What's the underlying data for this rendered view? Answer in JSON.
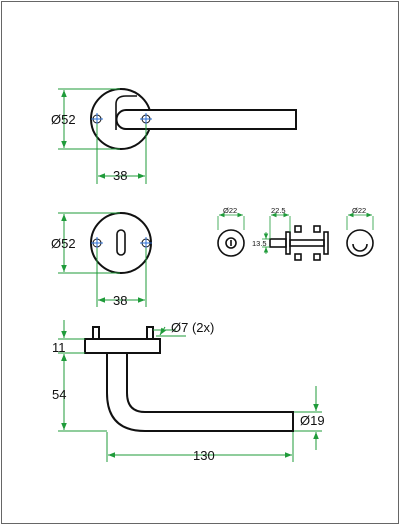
{
  "top_view": {
    "diameter_label": "Ø52",
    "spacing_label": "38"
  },
  "escutcheon_view": {
    "diameter_label": "Ø52",
    "spacing_label": "38"
  },
  "small_views": {
    "left_rose_diameter": "Ø22",
    "thickness_label": "22.5",
    "height_label": "13.5",
    "right_rose_diameter": "Ø22"
  },
  "side_view": {
    "screw_label": "Ø7 (2x)",
    "rose_height_label": "11",
    "lever_offset_label": "54",
    "bar_diameter_label": "Ø19",
    "lever_length_label": "130"
  },
  "colors": {
    "line": "#111111",
    "dimension": "#1f9b3a",
    "screw_accent": "#2b6fd6"
  }
}
